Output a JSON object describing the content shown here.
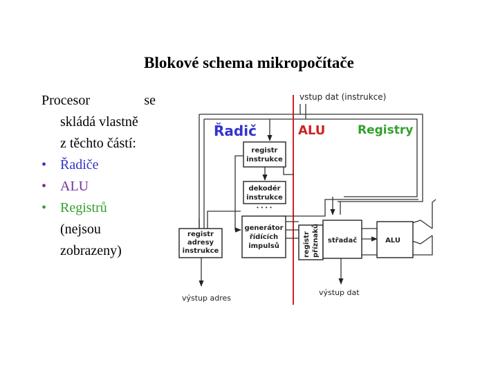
{
  "title": "Blokové schema mikropočítače",
  "text": {
    "intro_line1_a": "Procesor",
    "intro_line1_b": "se",
    "intro_line2": "skládá vlastně",
    "intro_line3": "z těchto částí:",
    "bullet_char": "•",
    "item1": "Řadiče",
    "item2": "ALU",
    "item3": "Registrů",
    "item3_line2": "(nejsou",
    "item3_line3": "zobrazeny)"
  },
  "diagram": {
    "input_label": "vstup dat (instrukce)",
    "radic": "Řadič",
    "alu_header": "ALU",
    "registry": "Registry",
    "reg_instrukce_1": "registr",
    "reg_instrukce_2": "instrukce",
    "dekoder_1": "dekodér",
    "dekoder_2": "instrukce",
    "generator_1": "generátor",
    "generator_2": "řídících",
    "generator_3": "impulsů",
    "reg_adresy_1": "registr",
    "reg_adresy_2": "adresy",
    "reg_adresy_3": "instrukce",
    "reg_priznaku_1": "registr",
    "reg_priznaku_2": "příznaků",
    "stradac": "střadač",
    "alu_box": "ALU",
    "vystup_adres": "výstup adres",
    "vystup_dat": "výstup dat",
    "dots": "• • • •",
    "colors": {
      "radic": "#3333cc",
      "alu": "#cc2222",
      "registry": "#33a02c",
      "divider": "#cc2222"
    }
  }
}
